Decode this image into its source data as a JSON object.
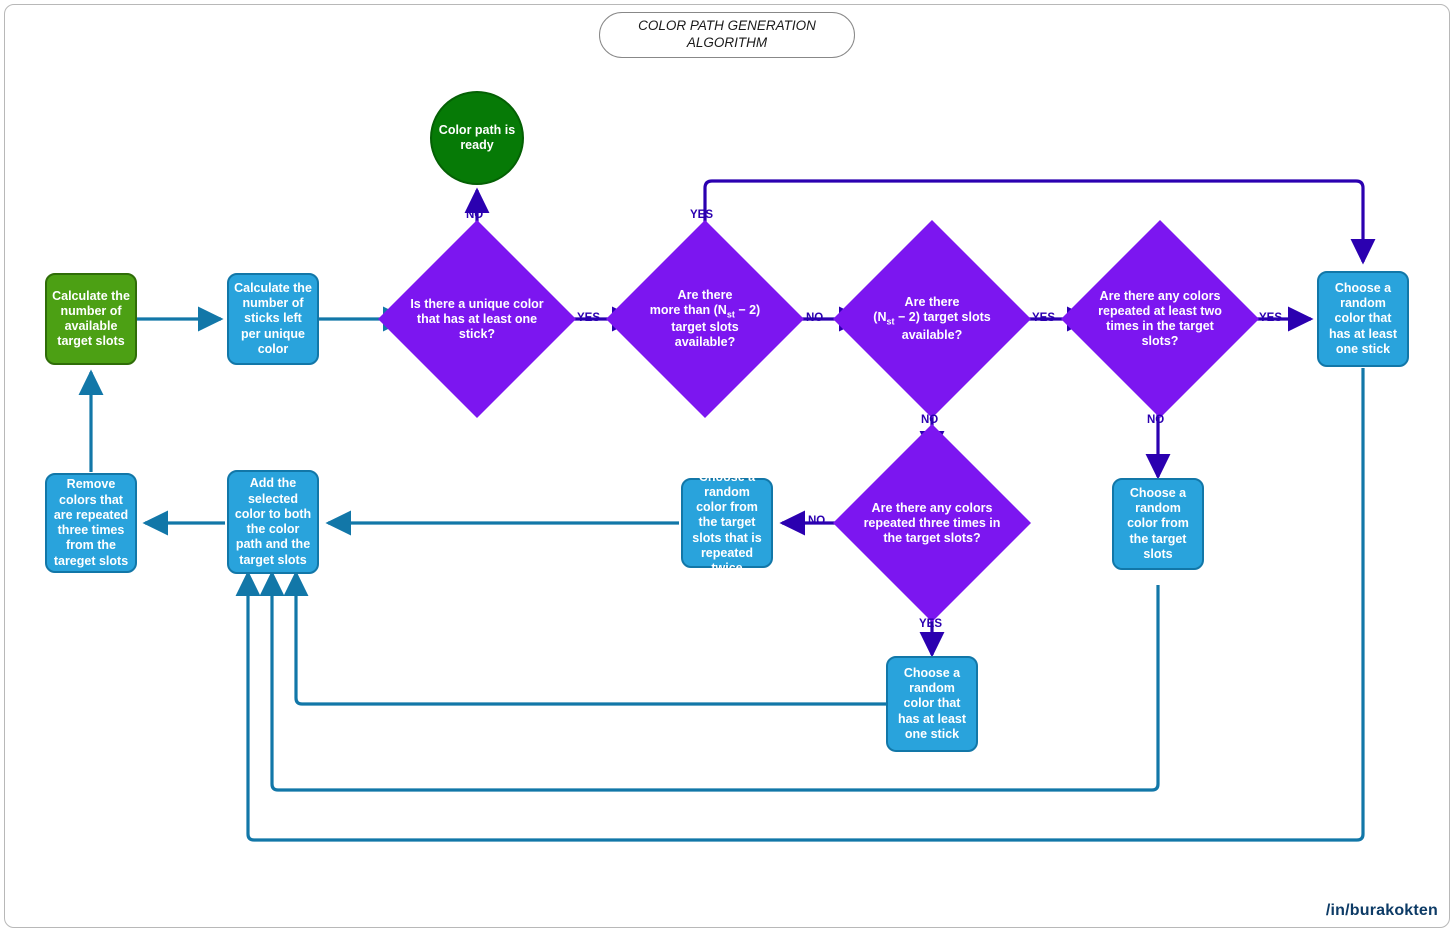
{
  "diagram": {
    "title": "COLOR PATH GENERATION ALGORITHM",
    "watermark": "/in/burakokten",
    "colors": {
      "process_blue": "#29a3dc",
      "process_blue_border": "#1277a8",
      "process_green": "#4ca014",
      "terminal_green": "#067a06",
      "decision_purple": "#7c16f0",
      "blue_edge": "#1277a8",
      "purple_edge": "#2b00b0",
      "canvas_border": "#b8b8b8"
    }
  },
  "nodes": {
    "calc_slots": "Calculate the number of available target slots",
    "calc_sticks": "Calculate the number of sticks left per unique color",
    "ready": "Color path is ready",
    "d_unique": "Is there a unique color that has at least one stick?",
    "d_more_than": "Are there more than (Nst − 2) target slots available?",
    "d_exactly": "Are there (Nst − 2) target slots available?",
    "d_two_times": "Are there any colors repeated at least two times in the target slots?",
    "d_three_times": "Are there any colors repeated three times in the target slots?",
    "choose_random_stick_right": "Choose a random color that has at least one stick",
    "choose_random_from_slots": "Choose a random color from the target slots",
    "choose_repeated_twice": "Choose a random color from the target slots that is repeated twice",
    "choose_random_stick_bottom": "Choose a random color that has at least one stick",
    "add_selected": "Add the selected color to both the color path and the target slots",
    "remove_repeated": "Remove colors that are repeated three times from the tareget slots"
  },
  "node_parts": {
    "d_more_than": {
      "line1": "Are there",
      "line2a": "more than (N",
      "sub": "st",
      "line2b": " − 2)",
      "line3": "target slots",
      "line4": "available?"
    },
    "d_exactly": {
      "line1": "Are there",
      "line2a": "(N",
      "sub": "st",
      "line2b": " − 2) target slots",
      "line3": "available?"
    }
  },
  "edge_labels": {
    "no_to_ready": "NO",
    "yes_unique_to_more": "YES",
    "yes_more_up": "YES",
    "no_more_to_exactly": "NO",
    "yes_exactly_to_two": "YES",
    "no_exactly_down": "NO",
    "yes_two_to_choose": "YES",
    "no_two_down": "NO",
    "no_three_to_twice": "NO",
    "yes_three_down": "YES"
  }
}
